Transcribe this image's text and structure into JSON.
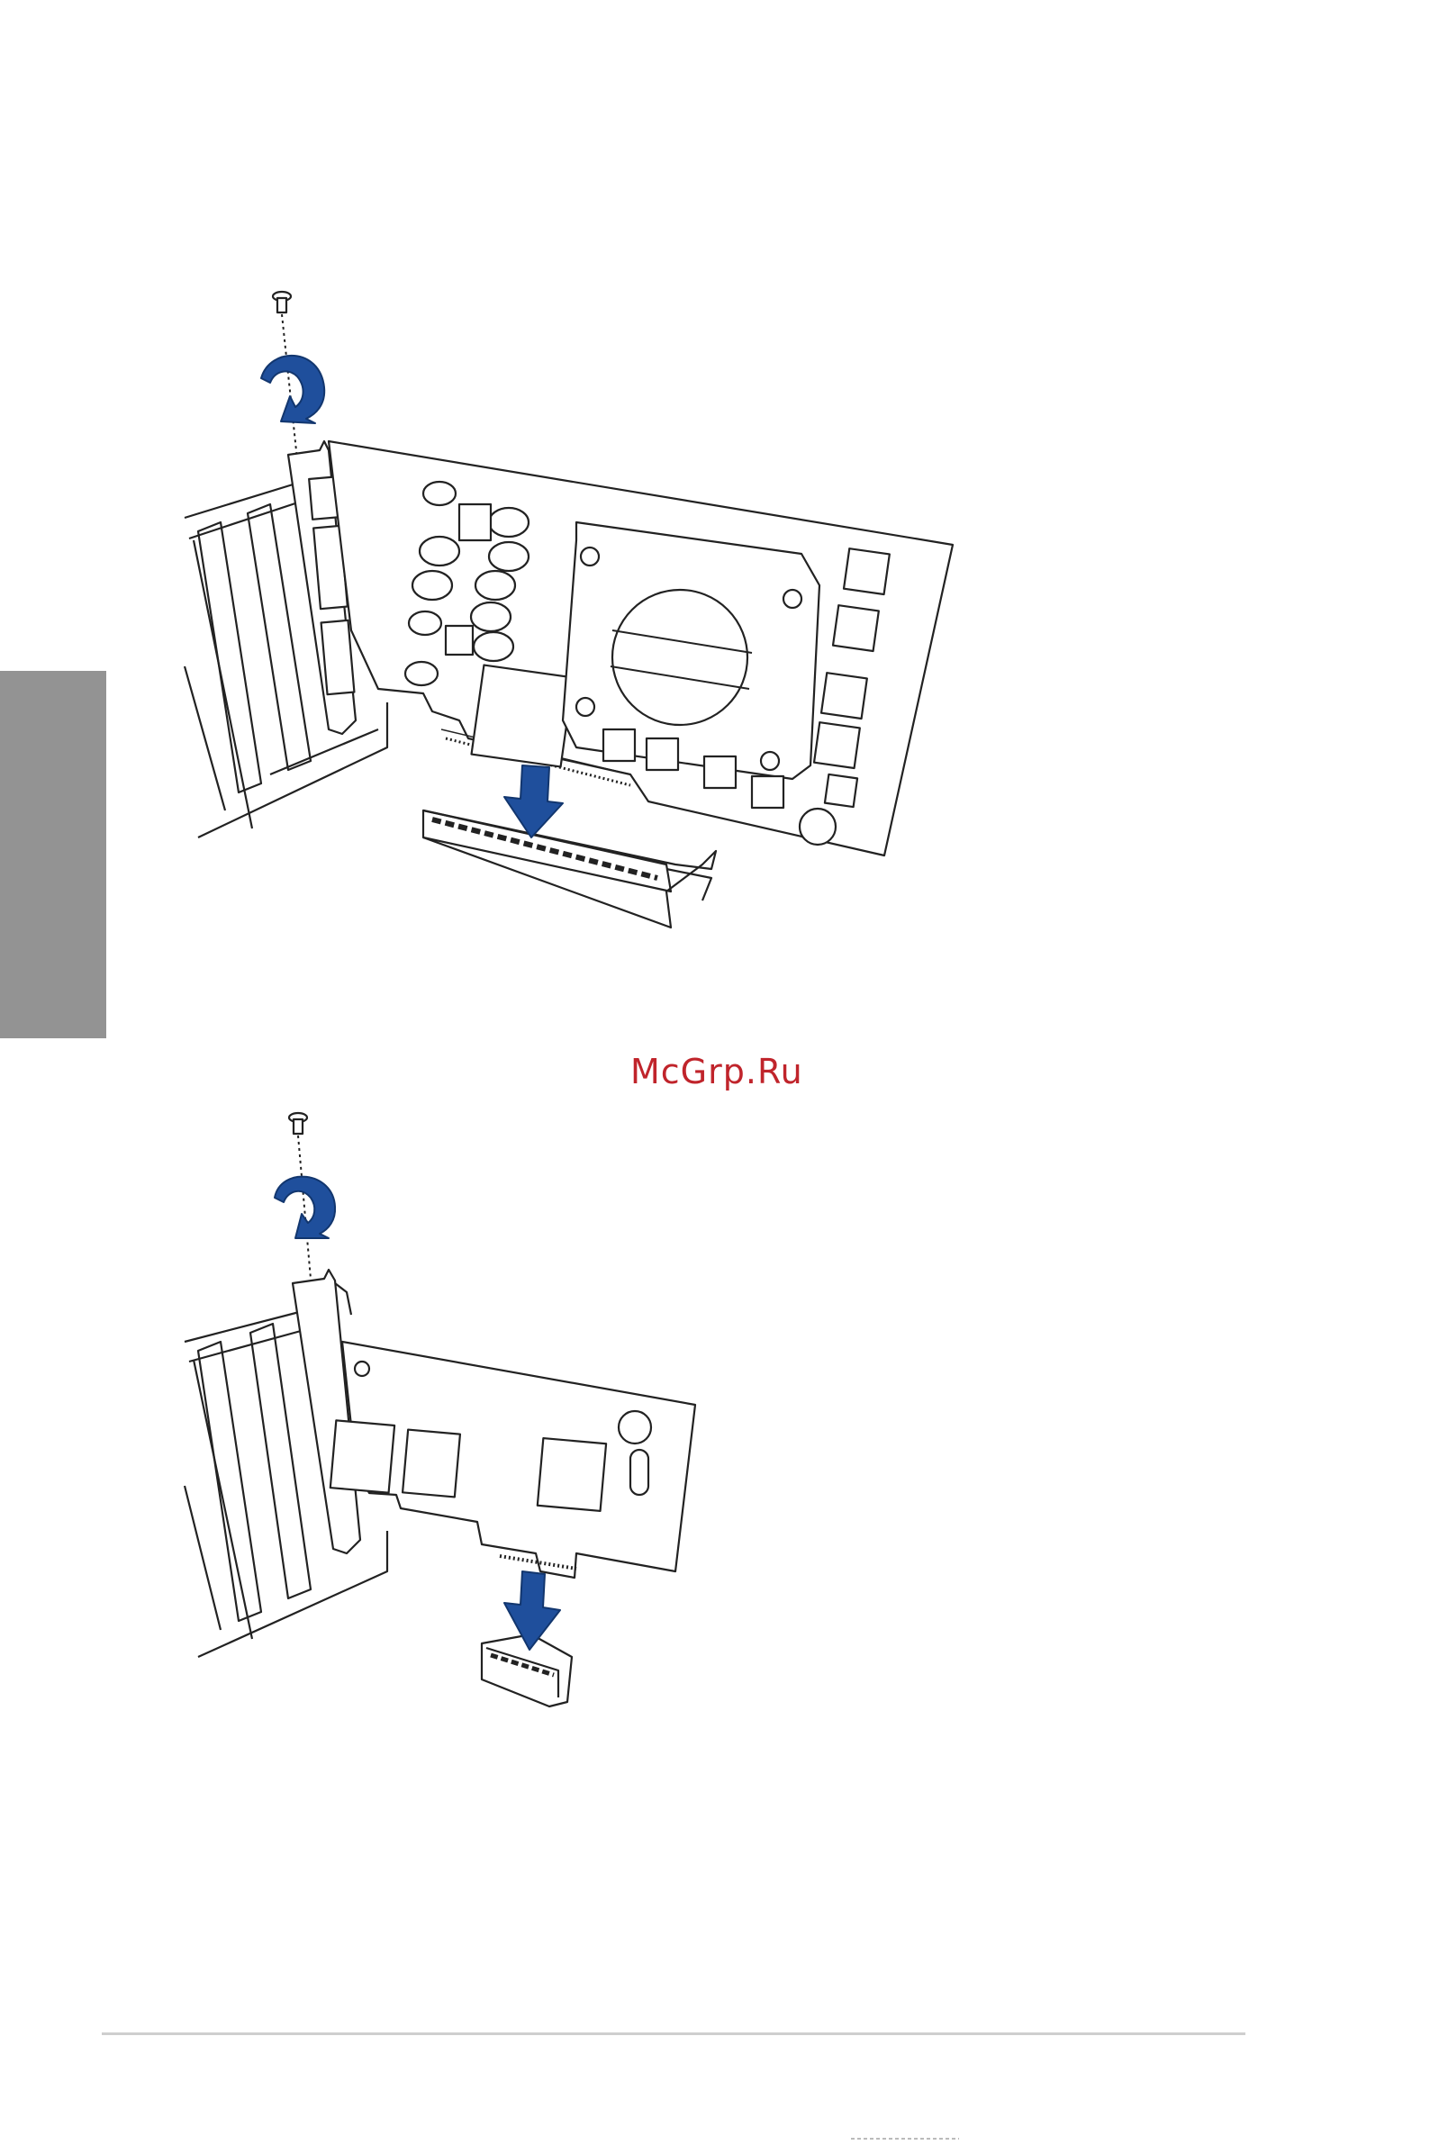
{
  "watermark": {
    "text": "McGrp.Ru",
    "color": "#c0242b"
  },
  "colors": {
    "arrow_blue": "#1f4f9c",
    "line": "#222222",
    "side_tab": "#939393",
    "footer_rule": "#cfcfcf"
  },
  "figures": {
    "top": {
      "icon": "graphics-card-install-illustration"
    },
    "bottom": {
      "icon": "expansion-card-install-illustration"
    }
  }
}
